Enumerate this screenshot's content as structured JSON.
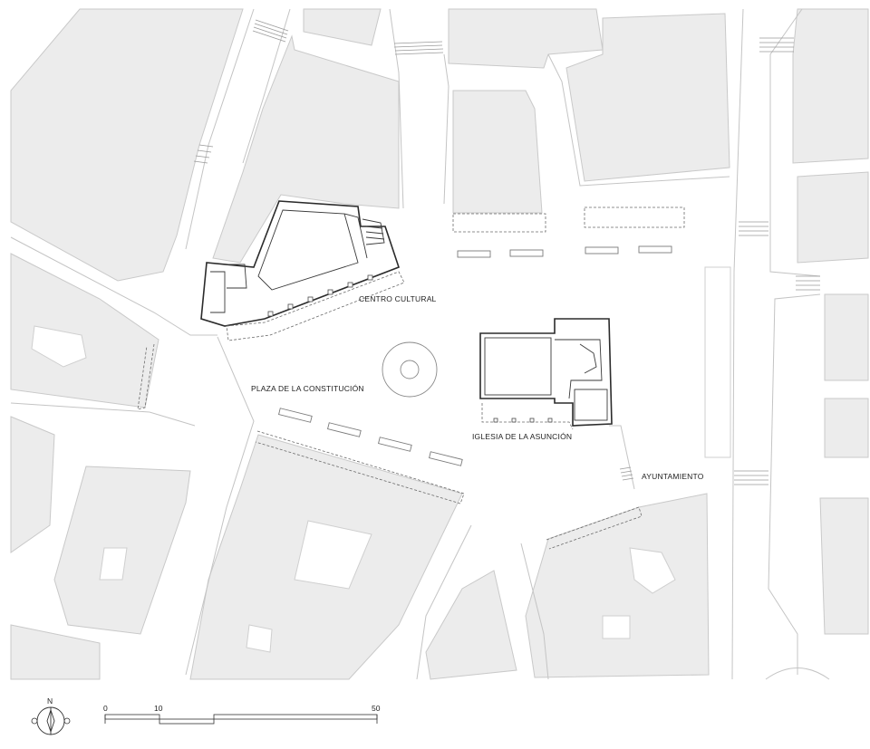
{
  "labels": {
    "centro_cultural": "CENTRO CULTURAL",
    "plaza": "PLAZA DE LA CONSTITUCIÓN",
    "iglesia": "IGLESIA DE LA ASUNCIÓN",
    "ayuntamiento": "AYUNTAMIENTO"
  },
  "north_arrow": {
    "letter": "N"
  },
  "scale_bar": {
    "ticks": [
      "0",
      "10",
      "50"
    ]
  },
  "colors": {
    "building_fill": "#ececec",
    "building_stroke": "#c9c9c9",
    "featured_wall": "#2b2b2b",
    "background": "#ffffff"
  }
}
